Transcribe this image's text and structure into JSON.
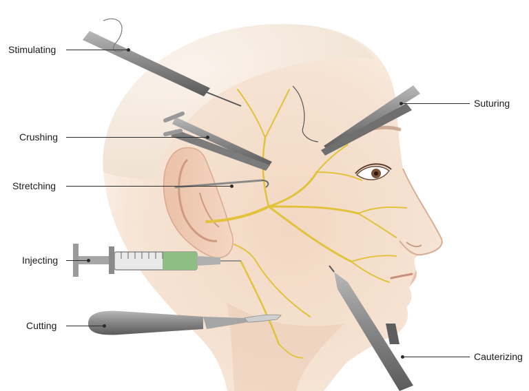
{
  "labels": {
    "stimulating": "Stimulating",
    "crushing": "Crushing",
    "stretching": "Stretching",
    "injecting": "Injecting",
    "cutting": "Cutting",
    "suturing": "Suturing",
    "cauterizing": "Cauterizing"
  },
  "colors": {
    "nerve": "#e2c23a",
    "skin": "#f3dcc8",
    "instrument": "#7c7c7c",
    "syringe_fluid": "#8fbe85",
    "leader_line": "#2a2a2a"
  },
  "icons": {
    "stimulating": "probe-needle-icon",
    "crushing": "forceps-icon",
    "stretching": "hook-probe-icon",
    "injecting": "syringe-icon",
    "cutting": "scalpel-icon",
    "suturing": "needle-holder-icon",
    "cauterizing": "cautery-pen-icon"
  }
}
